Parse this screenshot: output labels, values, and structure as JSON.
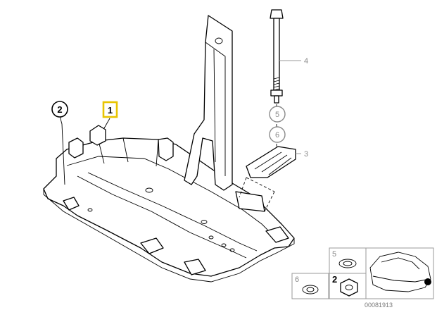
{
  "callouts": {
    "item_1": "1",
    "item_2": "2",
    "item_3": "3",
    "item_4": "4",
    "item_5": "5",
    "item_6": "6"
  },
  "inset": {
    "label_5": "5",
    "label_6": "6",
    "label_2": "2"
  },
  "reference_code": "00081913",
  "colors": {
    "highlight_box": "#e8c400",
    "callout_grey": "#8a8a8a",
    "line": "#000000"
  }
}
